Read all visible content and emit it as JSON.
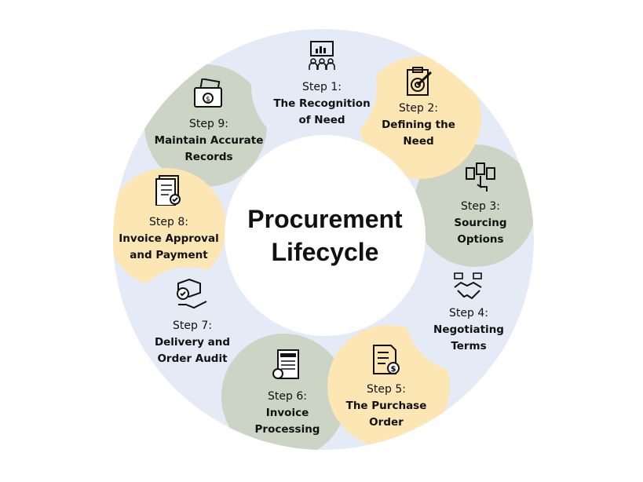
{
  "title": [
    "Procurement",
    "Lifecycle"
  ],
  "colors": {
    "blue": "#e4eaf6",
    "yellow": "#fce6b4",
    "green": "#ccd4c6"
  },
  "steps": [
    {
      "step": "Step 1:",
      "name": [
        "The Recognition",
        "of Need"
      ],
      "icon": "presentation-audience-icon",
      "color": "blue"
    },
    {
      "step": "Step 2:",
      "name": [
        "Defining the",
        "Need"
      ],
      "icon": "clipboard-target-icon",
      "color": "yellow"
    },
    {
      "step": "Step 3:",
      "name": [
        "Sourcing",
        "Options"
      ],
      "icon": "select-vendor-icon",
      "color": "green"
    },
    {
      "step": "Step 4:",
      "name": [
        "Negotiating",
        "Terms"
      ],
      "icon": "handshake-icon",
      "color": "blue"
    },
    {
      "step": "Step 5:",
      "name": [
        "The Purchase",
        "Order"
      ],
      "icon": "checklist-dollar-icon",
      "color": "yellow"
    },
    {
      "step": "Step 6:",
      "name": [
        "Invoice",
        "Processing"
      ],
      "icon": "invoice-gear-icon",
      "color": "green"
    },
    {
      "step": "Step 7:",
      "name": [
        "Delivery and",
        "Order Audit"
      ],
      "icon": "package-hand-icon",
      "color": "blue"
    },
    {
      "step": "Step 8:",
      "name": [
        "Invoice Approval",
        "and Payment"
      ],
      "icon": "invoice-approved-icon",
      "color": "yellow"
    },
    {
      "step": "Step 9:",
      "name": [
        "Maintain Accurate",
        "Records"
      ],
      "icon": "records-folder-icon",
      "color": "green"
    }
  ]
}
